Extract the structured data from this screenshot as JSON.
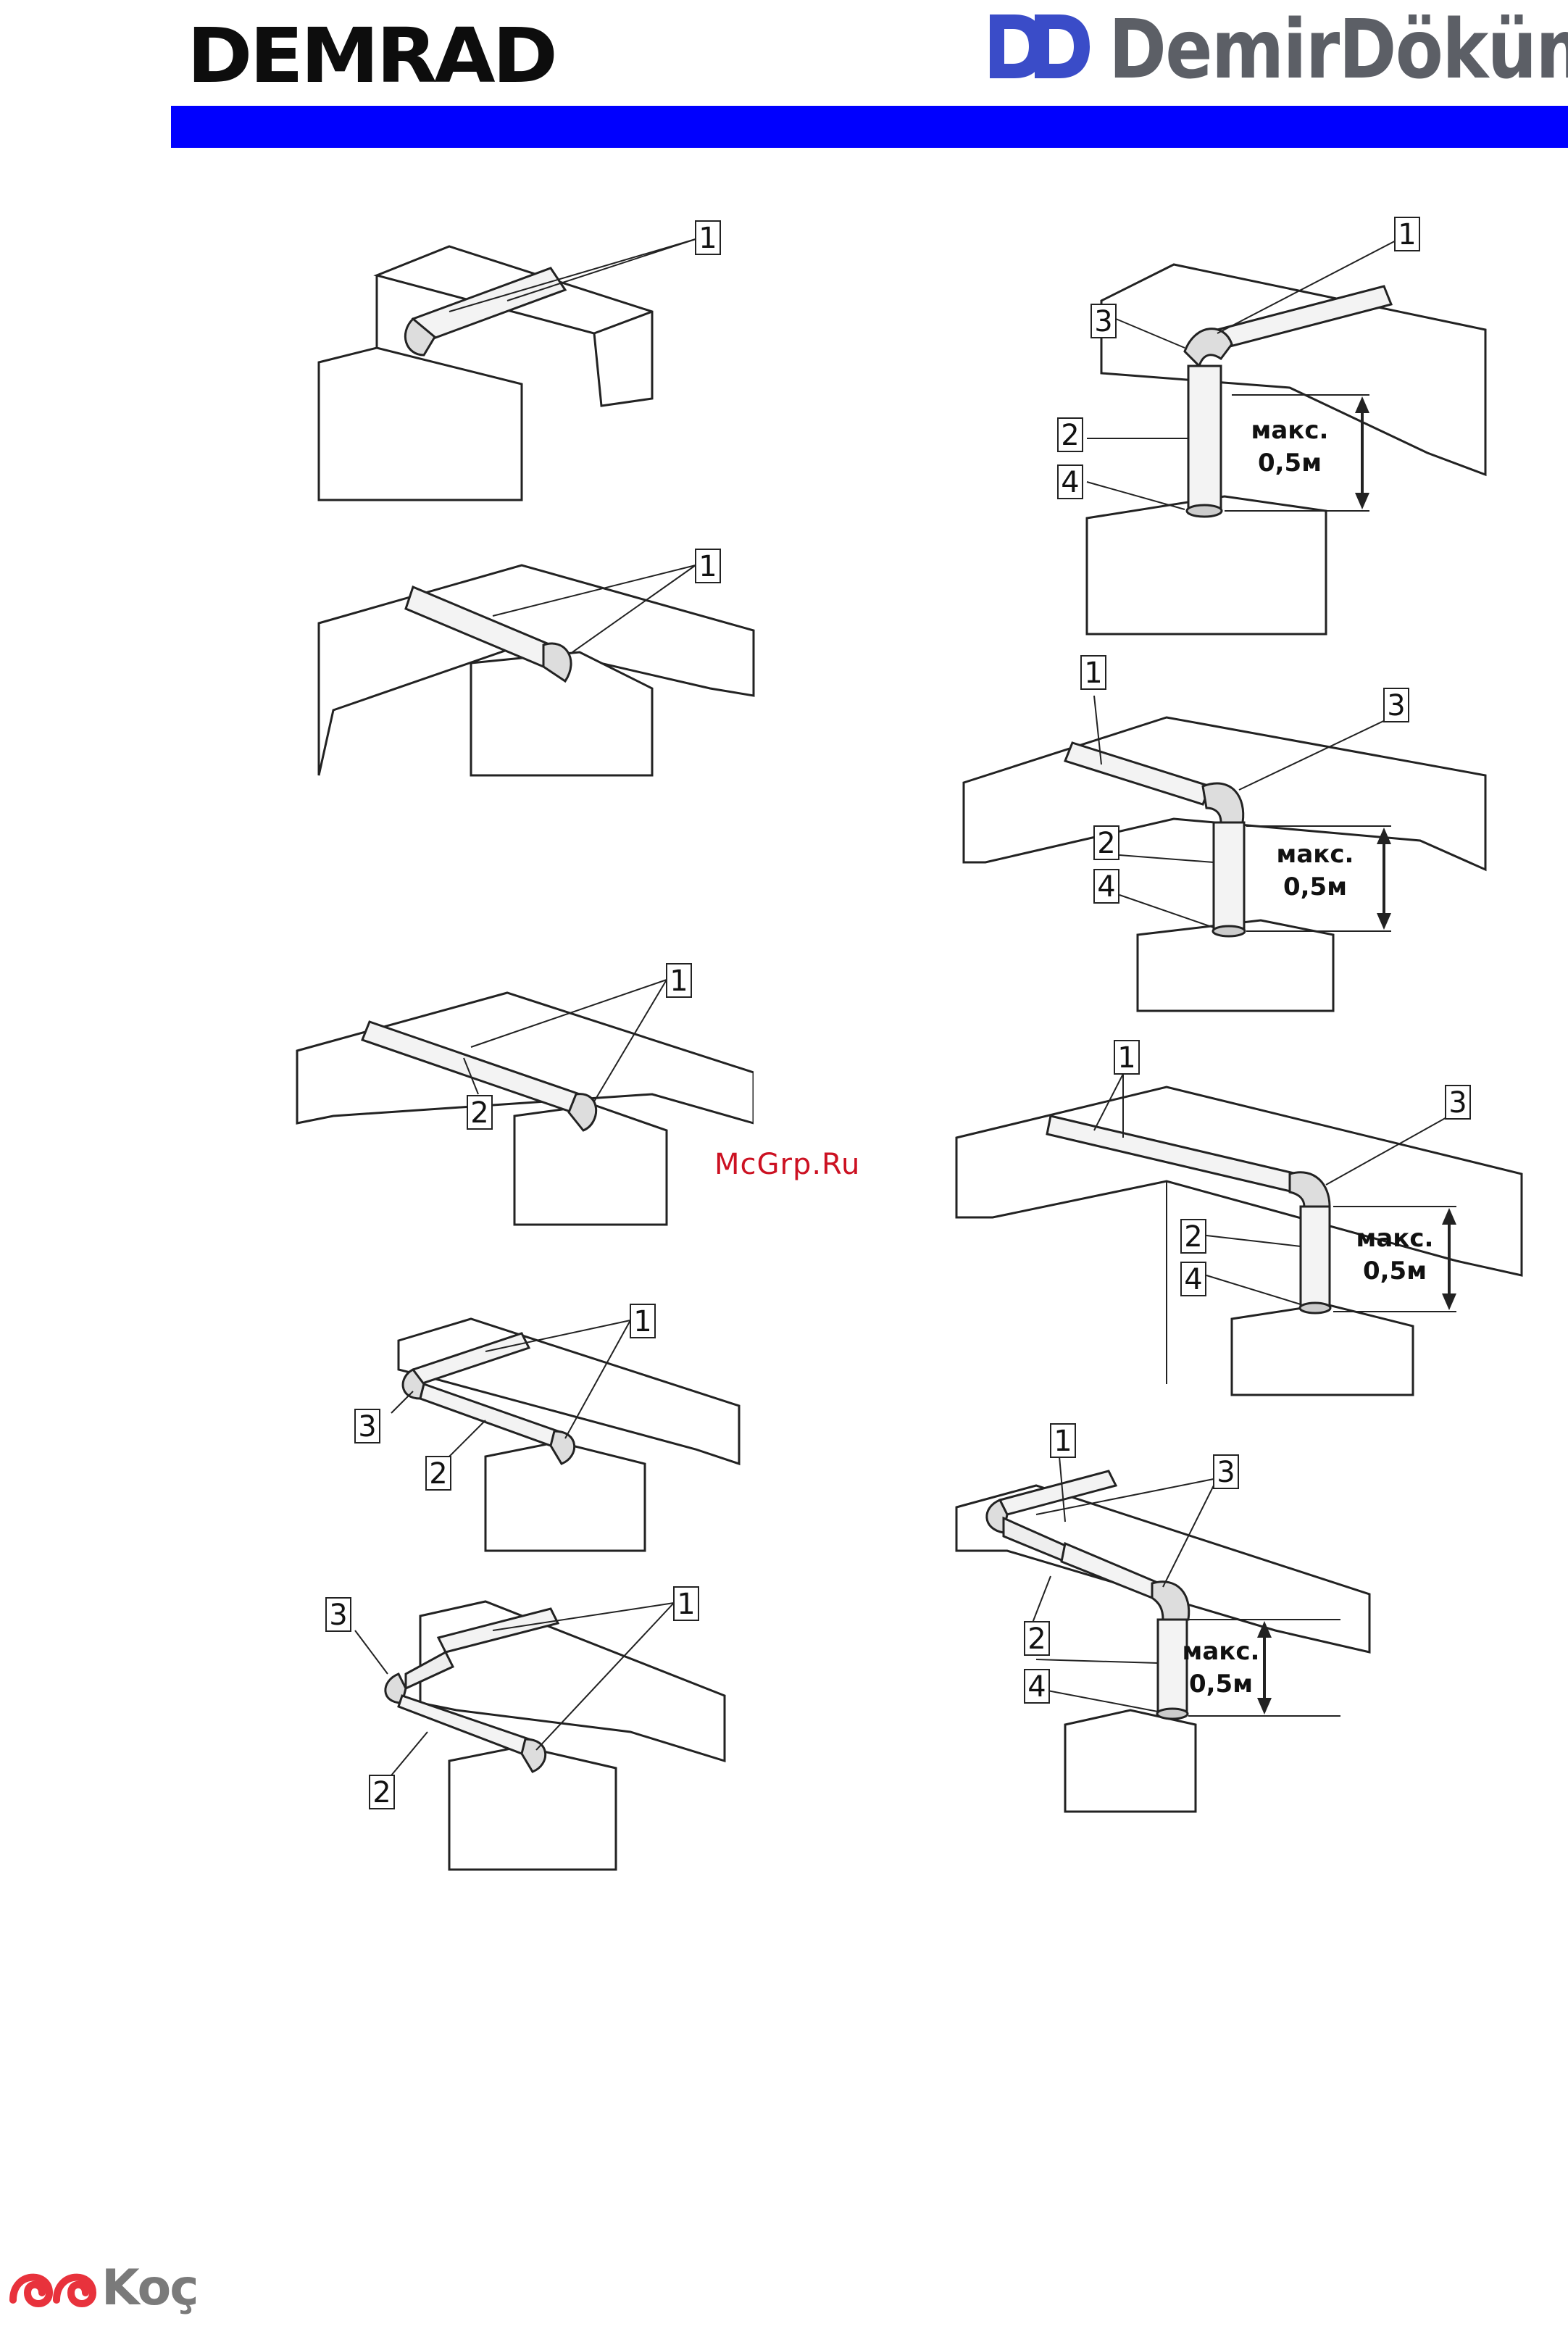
{
  "header": {
    "left_logo": "DEMRAD",
    "right_logo": "DemirDöküm",
    "bar_color": "#0000ff"
  },
  "watermark": "McGrp.Ru",
  "footer": {
    "koc_logo": "Koç"
  },
  "figures": [
    {
      "labels": [
        "1"
      ]
    },
    {
      "labels": [
        "1"
      ]
    },
    {
      "labels": [
        "1",
        "2"
      ]
    },
    {
      "labels": [
        "1",
        "2",
        "3"
      ]
    },
    {
      "labels": [
        "1",
        "2",
        "3"
      ]
    },
    {
      "labels": [
        "1",
        "2",
        "3",
        "4"
      ],
      "dimension": [
        "макс.",
        "0,5м"
      ]
    },
    {
      "labels": [
        "1",
        "2",
        "3",
        "4"
      ],
      "dimension": [
        "макс.",
        "0,5м"
      ]
    },
    {
      "labels": [
        "1",
        "2",
        "3",
        "4"
      ],
      "dimension": [
        "макс.",
        "0,5м"
      ]
    },
    {
      "labels": [
        "1",
        "2",
        "3",
        "4"
      ],
      "dimension": [
        "макс.",
        "0,5м"
      ]
    }
  ]
}
